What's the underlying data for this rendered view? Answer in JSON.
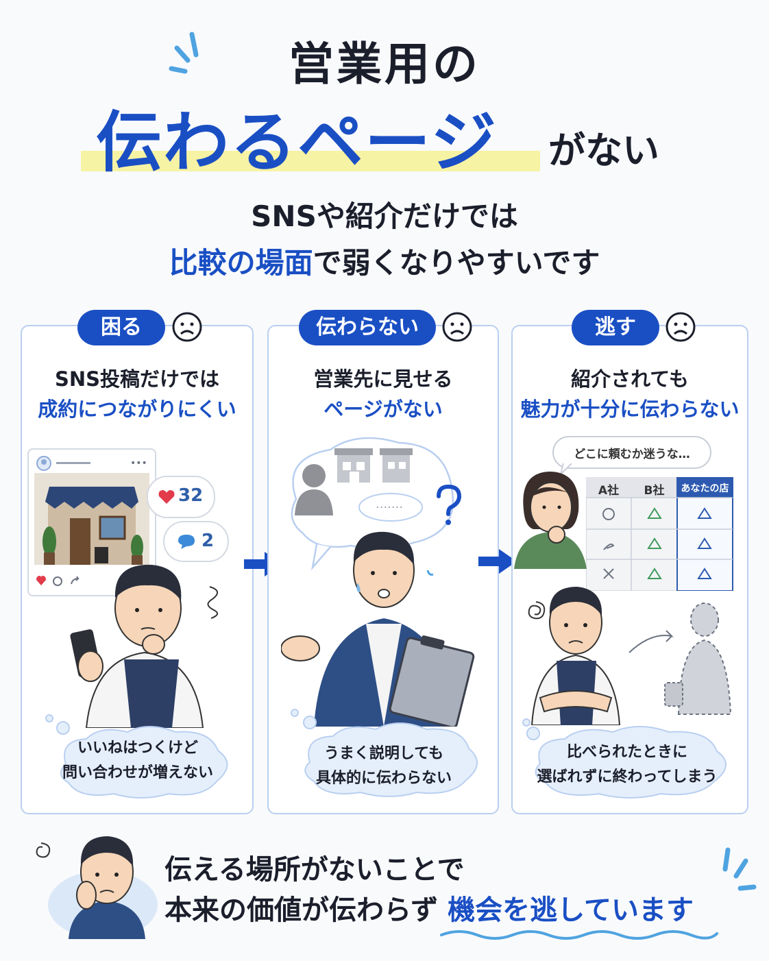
{
  "title": {
    "line1": "営業用の",
    "highlight": "伝わるページ",
    "suffix": "がない"
  },
  "subtitle": {
    "line1": "SNSや紹介だけでは",
    "line2_blue": "比較の場面",
    "line2_rest": "で弱くなりやすいです"
  },
  "panels": [
    {
      "badge": "困る",
      "heading1": "SNS投稿だけでは",
      "heading2": "成約につながりにくい",
      "likes": "32",
      "comments": "2",
      "cloud_line1": "いいねはつくけど",
      "cloud_line2": "問い合わせが増えない"
    },
    {
      "badge": "伝わらない",
      "heading1": "営業先に見せる",
      "heading2": "ページがない",
      "cloud_line1": "うまく説明しても",
      "cloud_line2": "具体的に伝わらない"
    },
    {
      "badge": "逃す",
      "heading1": "紹介されても",
      "heading2": "魅力が十分に伝わらない",
      "speech": "どこに頼むか迷うな…",
      "table_headers": [
        "A社",
        "B社",
        "あなたの店"
      ],
      "cloud_line1": "比べられたときに",
      "cloud_line2": "選ばれずに終わってしまう"
    }
  ],
  "bottom": {
    "line1": "伝える場所がないことで",
    "line2_rest": "本来の価値が伝わらず",
    "line2_blue": "機会を逃しています"
  },
  "colors": {
    "accent_blue": "#1a4fc4",
    "highlight_yellow": "#f7f3a4",
    "panel_border": "#b9cff0",
    "text_dark": "#1b1e2b"
  }
}
